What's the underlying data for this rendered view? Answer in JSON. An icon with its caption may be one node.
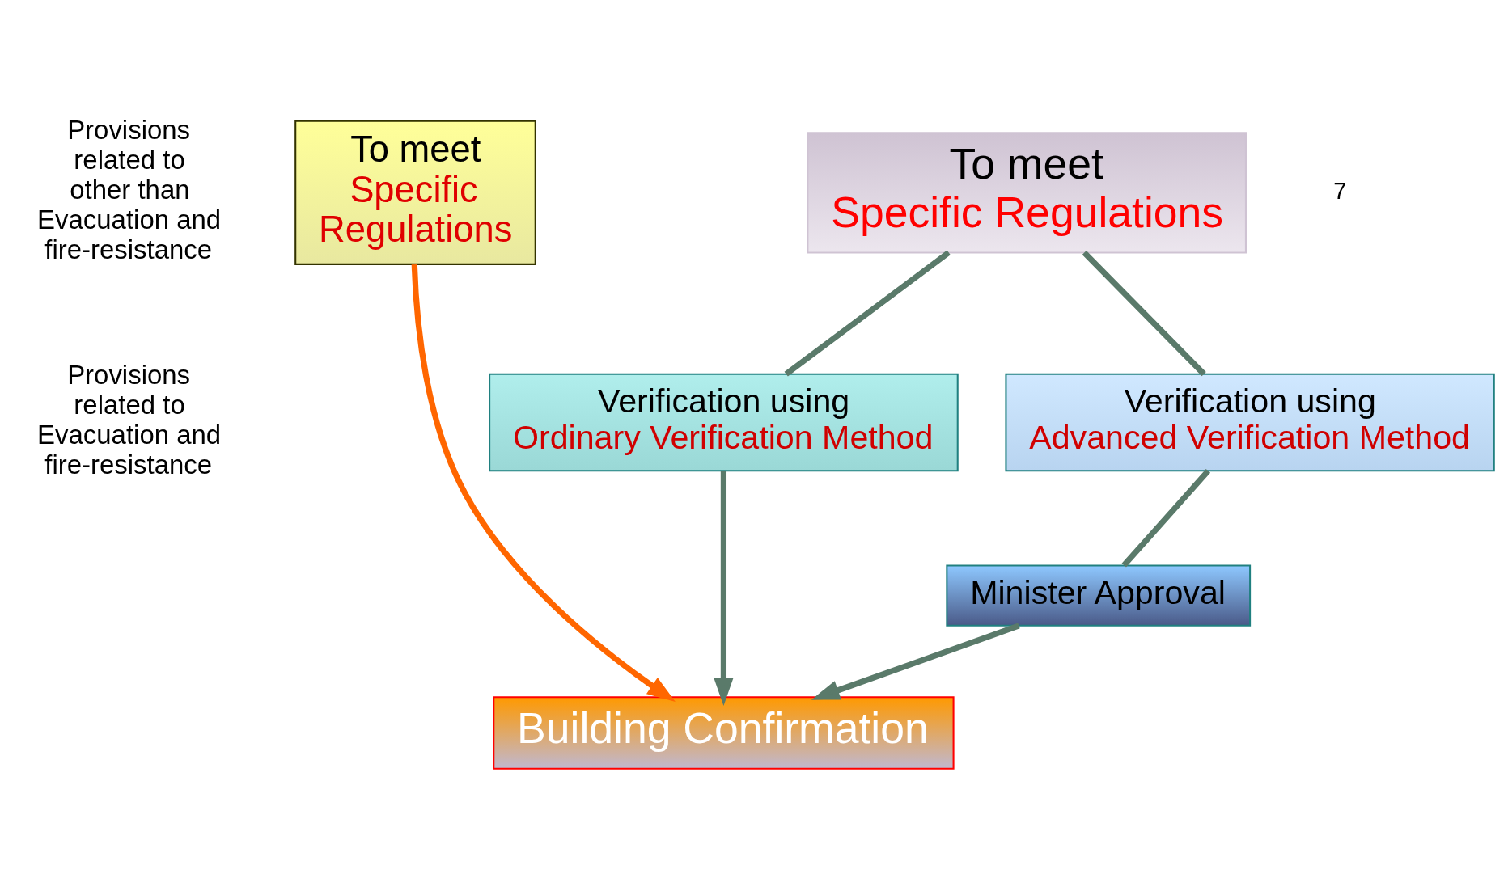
{
  "diagram": {
    "nodes": [
      {
        "text": [
          "Provisions related to other than Evacuation and fire-resistance"
        ]
      },
      {
        "text": [
          "Provisions related to Evacuation and fire-resistance"
        ]
      },
      {
        "text": [
          "To meet",
          "Specific Regulations"
        ]
      },
      {
        "text": [
          "To meet",
          "Specific Regulations"
        ]
      },
      {
        "text": [
          "Verification using",
          "Ordinary Verification Method"
        ]
      },
      {
        "text": [
          "Verification using",
          "Advanced Verification Method"
        ]
      },
      {
        "text": [
          "Minister Approval"
        ]
      },
      {
        "text": [
          "Building Confirmation"
        ]
      }
    ],
    "edges": [
      {
        "from": 2,
        "to": 7,
        "arrow": "to",
        "color": "#ff6600"
      },
      {
        "from": 3,
        "to": 4,
        "arrow": "none"
      },
      {
        "from": 4,
        "to": 7,
        "arrow": "to"
      },
      {
        "from": 3,
        "to": 5,
        "arrow": "none"
      },
      {
        "from": 5,
        "to": 6,
        "arrow": "none"
      },
      {
        "from": 6,
        "to": 7,
        "arrow": "to"
      }
    ],
    "labels": [
      "7"
    ]
  }
}
